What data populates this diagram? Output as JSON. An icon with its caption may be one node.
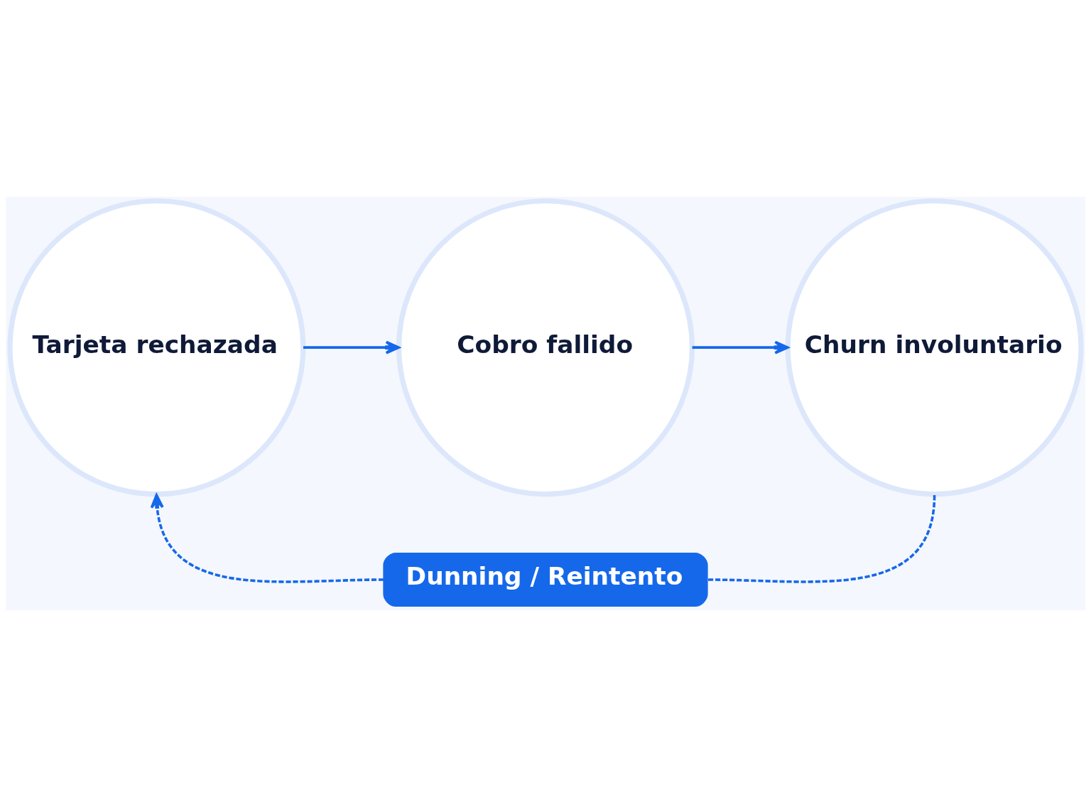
{
  "diagram": {
    "nodes": [
      {
        "text": [
          "Tarjeta rechazada"
        ]
      },
      {
        "text": [
          "Cobro fallido"
        ]
      },
      {
        "text": [
          "Churn involuntario"
        ]
      },
      {
        "text": [
          "Dunning / Reintento"
        ]
      }
    ],
    "edges": [
      {
        "from": 0,
        "to": 1,
        "arrow": "to"
      },
      {
        "from": 1,
        "to": 2,
        "arrow": "to"
      },
      {
        "from": 2,
        "to": 3,
        "arrow": "none",
        "style": "dashed"
      },
      {
        "from": 3,
        "to": 0,
        "arrow": "to",
        "style": "dashed"
      }
    ]
  }
}
